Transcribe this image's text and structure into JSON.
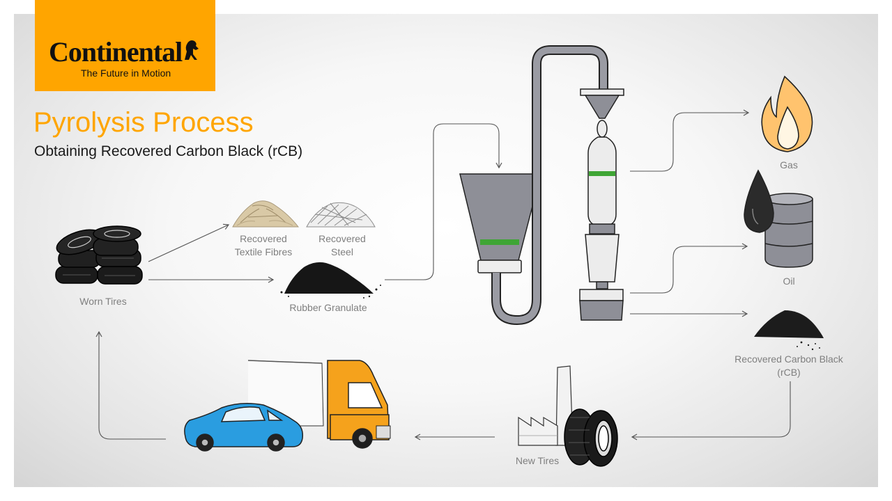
{
  "brand": {
    "name": "Continental",
    "tagline": "The Future in Motion",
    "color": "#ffa500"
  },
  "header": {
    "title": "Pyrolysis Process",
    "subtitle": "Obtaining Recovered Carbon Black (rCB)"
  },
  "nodes": {
    "worn_tires": "Worn Tires",
    "textile_line1": "Recovered",
    "textile_line2": "Textile Fibres",
    "steel_line1": "Recovered",
    "steel_line2": "Steel",
    "rubber_granulate": "Rubber Granulate",
    "gas": "Gas",
    "oil": "Oil",
    "rcb_line1": "Recovered Carbon Black",
    "rcb_line2": "(rCB)",
    "new_tires": "New Tires"
  },
  "colors": {
    "title": "#ffa500",
    "label": "#7f7f7f",
    "reactor": "#8e8f97",
    "band": "#3fa535",
    "car": "#2a9de0",
    "truck": "#f5a21c"
  }
}
